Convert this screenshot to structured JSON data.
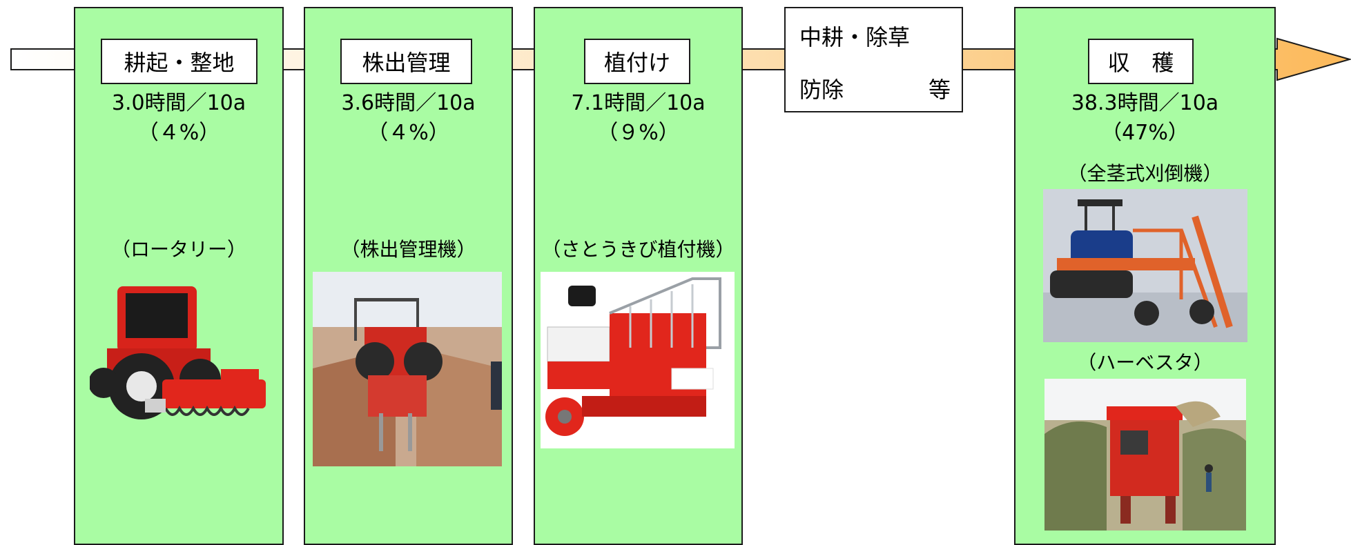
{
  "stages": [
    {
      "name": "耕起・整地",
      "time": "3.0時間／10a",
      "share": "（４%）",
      "machines": [
        {
          "caption": "（ロータリー）"
        }
      ]
    },
    {
      "name": "株出管理",
      "time": "3.6時間／10a",
      "share": "（４%）",
      "machines": [
        {
          "caption": "（株出管理機）"
        }
      ]
    },
    {
      "name": "植付け",
      "time": "7.1時間／10a",
      "share": "（９%）",
      "machines": [
        {
          "caption": "（さとうきび植付機）"
        }
      ]
    },
    {
      "name_line1": "中耕・除草",
      "name_line2a": "防除",
      "name_line2b": "等"
    },
    {
      "name": "収　穫",
      "time": "38.3時間／10a",
      "share": "（47%）",
      "machines": [
        {
          "caption": "（全茎式刈倒機）"
        },
        {
          "caption": "（ハーベスタ）"
        }
      ]
    }
  ],
  "colors": {
    "column_fill": "#a9fca3",
    "arrow_fill": "#fce0b0",
    "arrow_head_fill": "#fcb95a",
    "machine_red": "#e1261c"
  }
}
